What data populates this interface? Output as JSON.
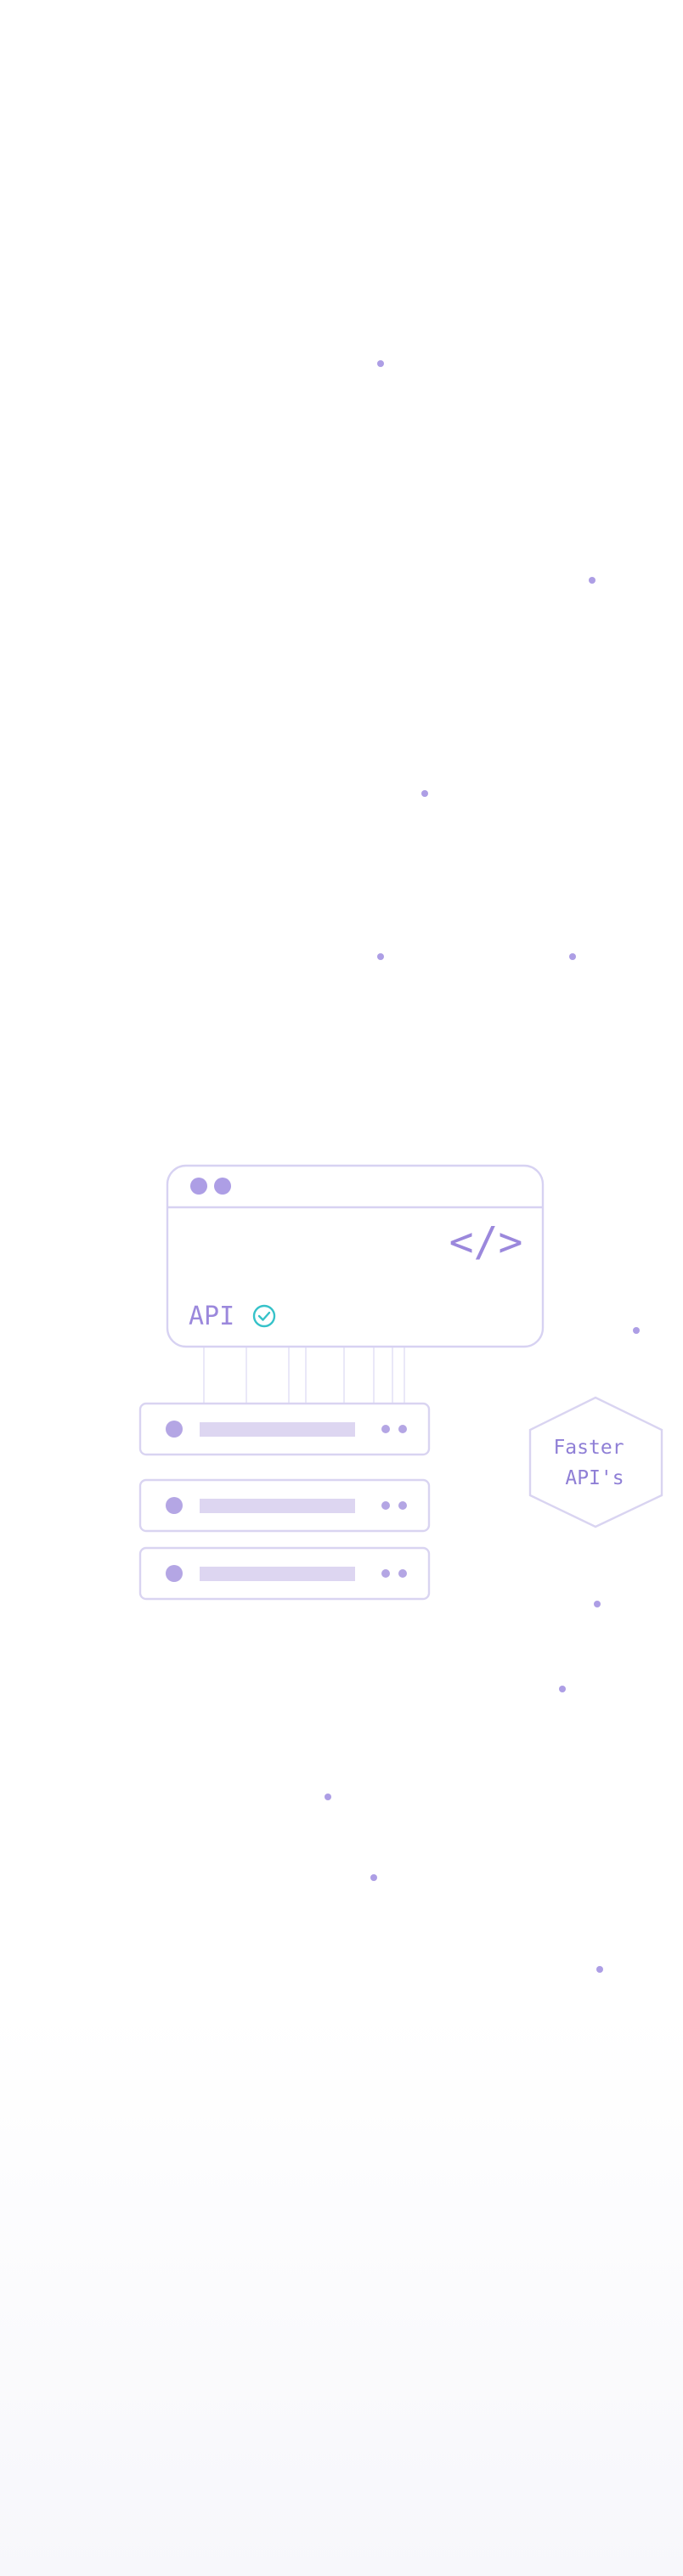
{
  "api_window": {
    "label": "API",
    "code_glyph": "</>",
    "status_icon": "check-circle-icon",
    "check_color": "#36c2c9"
  },
  "badge": {
    "line1": "Faster",
    "line2": "API's"
  },
  "server_rows": 3,
  "colors": {
    "accent": "#9b88dc",
    "line": "#e4e2f7",
    "dot": "#ad9ee5"
  }
}
